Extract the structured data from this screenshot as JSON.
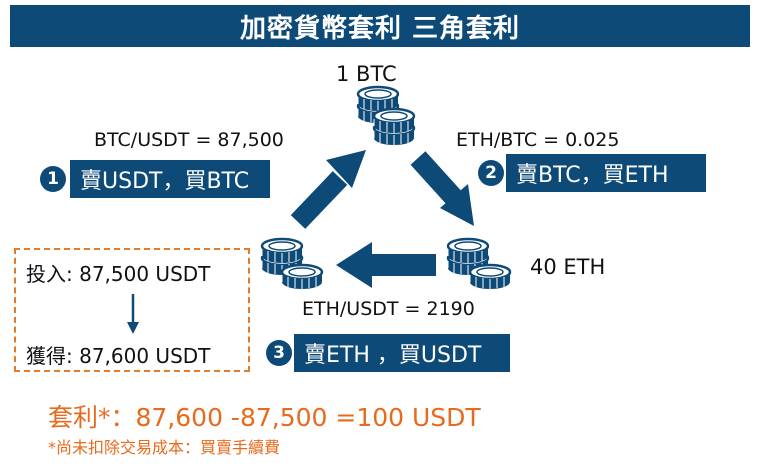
{
  "title": "加密貨幣套利 三角套利",
  "nodes": {
    "btc": "1 BTC",
    "eth": "40 ETH"
  },
  "rates": {
    "btc_usdt": "BTC/USDT = 87,500",
    "eth_btc": "ETH/BTC = 0.025",
    "eth_usdt": "ETH/USDT = 2190"
  },
  "steps": [
    {
      "number": "1",
      "label": "賣USDT，買BTC"
    },
    {
      "number": "2",
      "label": "賣BTC，買ETH"
    },
    {
      "number": "3",
      "label": "賣ETH ，買USDT"
    }
  ],
  "flow": {
    "input": "投入: 87,500 USDT",
    "output": "獲得: 87,600 USDT"
  },
  "result": "套利*：87,600 -87,500 =100 USDT",
  "note": "*尚未扣除交易成本：買賣手續費",
  "colors": {
    "navy": "#0d4a78",
    "orange": "#e86a1c",
    "coin": "#0d4a78"
  },
  "icons": [
    "coin-stack-icon",
    "arrow-icon"
  ]
}
